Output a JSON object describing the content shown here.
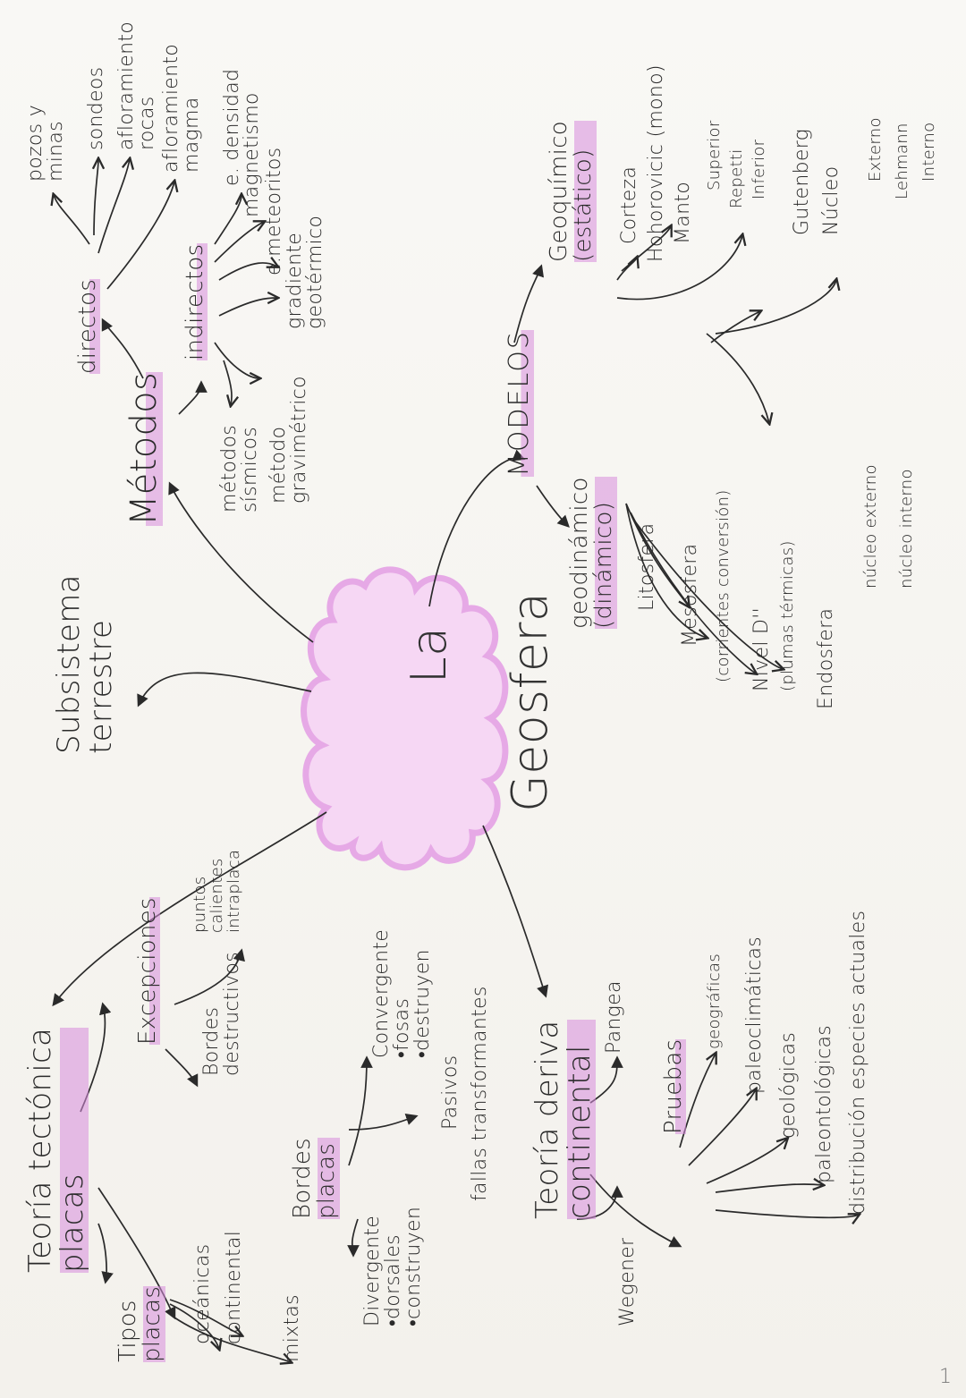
{
  "colors": {
    "ink": "#2a2a2a",
    "highlight": "#d78cdc",
    "cloud_fill": "#f6d7f4",
    "cloud_stroke": "#e6a9e6"
  },
  "center": {
    "line1": "La",
    "line2": "Geosfera"
  },
  "subsistema": {
    "line1": "Subsistema",
    "line2": "terrestre"
  },
  "metodos": {
    "title": "Métodos",
    "directos": {
      "label": "directos",
      "items": [
        "pozos y\nminas",
        "sondeos",
        "afloramiento\nrocas",
        "afloramiento\nmagma"
      ]
    },
    "indirectos": {
      "label": "indirectos",
      "items": [
        "e. densidad",
        "magnetismo",
        "e.meteoritos",
        "gradiente\ngeotérmico",
        "método\ngravimétrico"
      ]
    },
    "sismicos": "métodos\nsísmicos"
  },
  "modelos": {
    "title": "MODELOS",
    "geoquimico": {
      "label": "Geoquímico\n(estático)",
      "items": [
        "Corteza",
        "Hohorovicic (mono)",
        "Manto",
        "Superior",
        "Repetti",
        "Inferior",
        "Gutenberg",
        "Núcleo",
        "Externo",
        "Lehmann",
        "Interno"
      ]
    },
    "geodinamico": {
      "label": "geodinámico\n(dinámico)",
      "items": [
        "Litosfera",
        "Mesosfera",
        "(corrientes conversión)",
        "Nivel D''",
        "(plumas térmicas)",
        "Endosfera",
        "núcleo externo",
        "núcleo interno"
      ]
    }
  },
  "tectonica": {
    "title": "Teoría tectónica\nplacas",
    "tipos": {
      "label": "Tipos\nplacas",
      "items": [
        "oceánicas",
        "continental",
        "mixtas"
      ]
    },
    "excepciones": {
      "label": "Excepciones",
      "items": [
        "Bordes\ndestructivos",
        "puntos\ncalientes\nintraplaca"
      ]
    },
    "bordes": {
      "label": "Bordes\nplacas",
      "divergente": "Divergente\n•dorsales\n•construyen",
      "convergente": "Convergente\n•fosas\n•destruyen",
      "pasivos": "Pasivos",
      "fallas": "fallas transformantes"
    }
  },
  "deriva": {
    "title": "Teoría deriva\ncontinental",
    "wegener": "Wegener",
    "pangea": "Pangea",
    "pruebas": {
      "label": "Pruebas",
      "items": [
        "geográficas",
        "paleoclimáticas",
        "geológicas",
        "paleontológicas",
        "distribución especies actuales"
      ]
    }
  },
  "page_number": "1"
}
